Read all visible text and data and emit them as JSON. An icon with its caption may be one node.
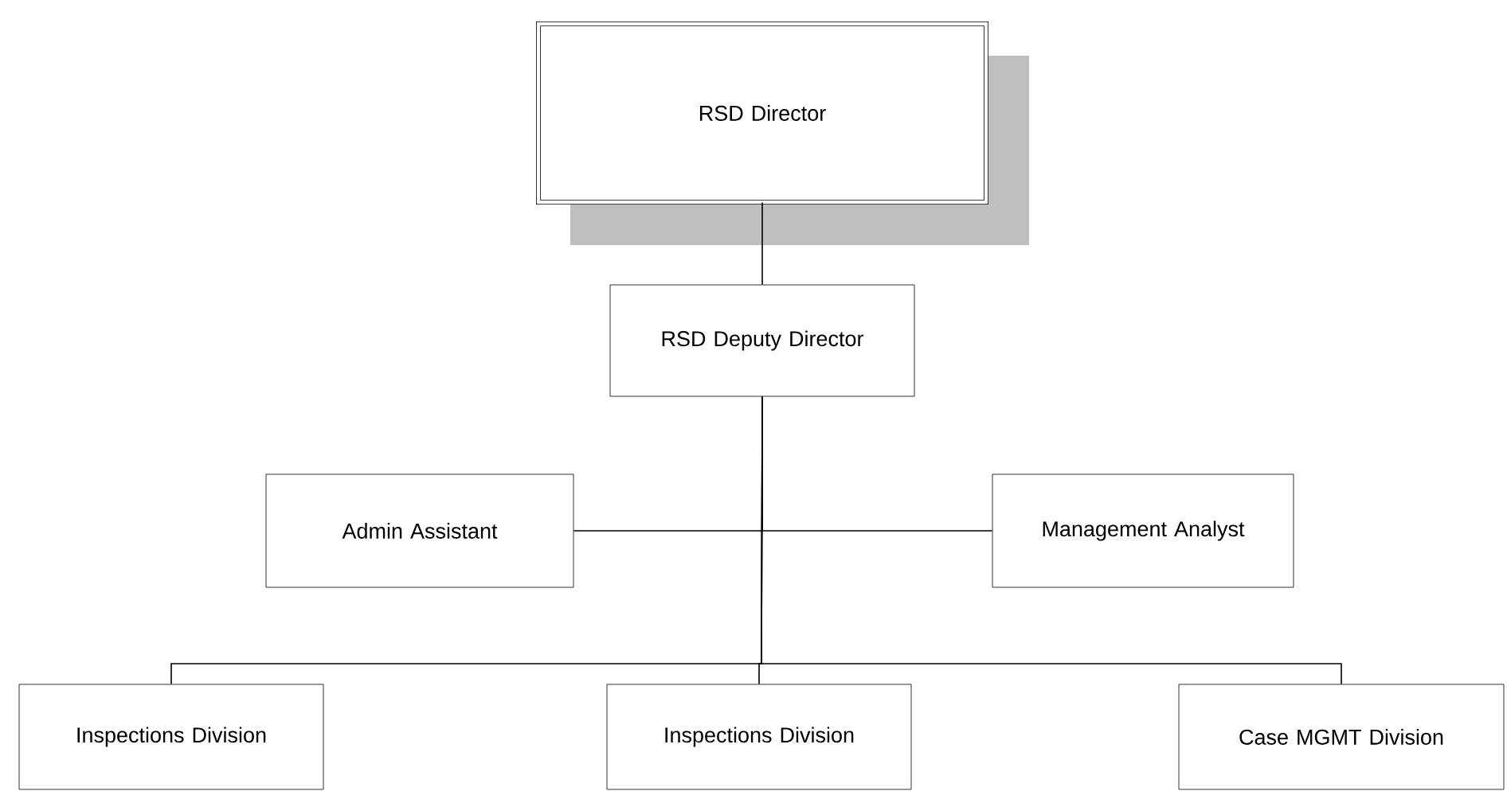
{
  "diagram": {
    "nodes": [
      {
        "text": [
          "RSD Director"
        ]
      },
      {
        "text": [
          "RSD Deputy Director"
        ]
      },
      {
        "text": [
          "Admin Assistant"
        ]
      },
      {
        "text": [
          "Management Analyst"
        ]
      },
      {
        "text": [
          "Inspections Division"
        ]
      },
      {
        "text": [
          "Inspections Division"
        ]
      },
      {
        "text": [
          "Case MGMT Division"
        ]
      }
    ],
    "edges": [
      {
        "from": 0,
        "to": 1,
        "arrow": "none"
      },
      {
        "from": 1,
        "to": 2,
        "arrow": "none"
      },
      {
        "from": 1,
        "to": 3,
        "arrow": "none"
      },
      {
        "from": 1,
        "to": 4,
        "arrow": "none"
      },
      {
        "from": 1,
        "to": 5,
        "arrow": "none"
      },
      {
        "from": 1,
        "to": 6,
        "arrow": "none"
      }
    ]
  }
}
